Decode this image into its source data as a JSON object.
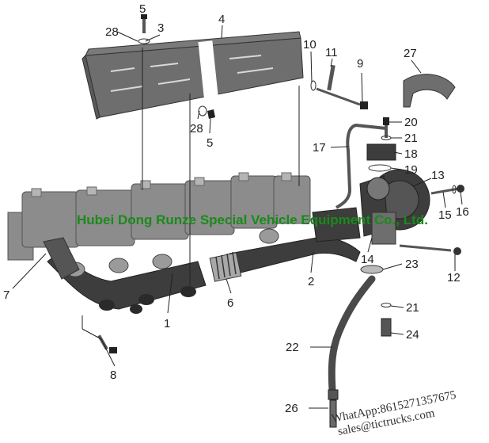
{
  "watermark": {
    "company": "Hubei Dong Runze Special Vehicle Equipment Co., Ltd.",
    "whatsapp": "WhatApp:8615271357675",
    "email": "sales@tictrucks.com"
  },
  "callouts": [
    {
      "id": "c1",
      "text": "1"
    },
    {
      "id": "c2",
      "text": "2"
    },
    {
      "id": "c3",
      "text": "3"
    },
    {
      "id": "c4",
      "text": "4"
    },
    {
      "id": "c5a",
      "text": "5"
    },
    {
      "id": "c5b",
      "text": "5"
    },
    {
      "id": "c6",
      "text": "6"
    },
    {
      "id": "c7",
      "text": "7"
    },
    {
      "id": "c8",
      "text": "8"
    },
    {
      "id": "c9",
      "text": "9"
    },
    {
      "id": "c10",
      "text": "10"
    },
    {
      "id": "c11",
      "text": "11"
    },
    {
      "id": "c12",
      "text": "12"
    },
    {
      "id": "c13",
      "text": "13"
    },
    {
      "id": "c14",
      "text": "14"
    },
    {
      "id": "c15",
      "text": "15"
    },
    {
      "id": "c16",
      "text": "16"
    },
    {
      "id": "c17",
      "text": "17"
    },
    {
      "id": "c18",
      "text": "18"
    },
    {
      "id": "c19",
      "text": "19"
    },
    {
      "id": "c20",
      "text": "20"
    },
    {
      "id": "c21a",
      "text": "21"
    },
    {
      "id": "c21b",
      "text": "21"
    },
    {
      "id": "c22",
      "text": "22"
    },
    {
      "id": "c23",
      "text": "23"
    },
    {
      "id": "c24",
      "text": "24"
    },
    {
      "id": "c26",
      "text": "26"
    },
    {
      "id": "c27",
      "text": "27"
    },
    {
      "id": "c28a",
      "text": "28"
    },
    {
      "id": "c28b",
      "text": "28"
    }
  ]
}
